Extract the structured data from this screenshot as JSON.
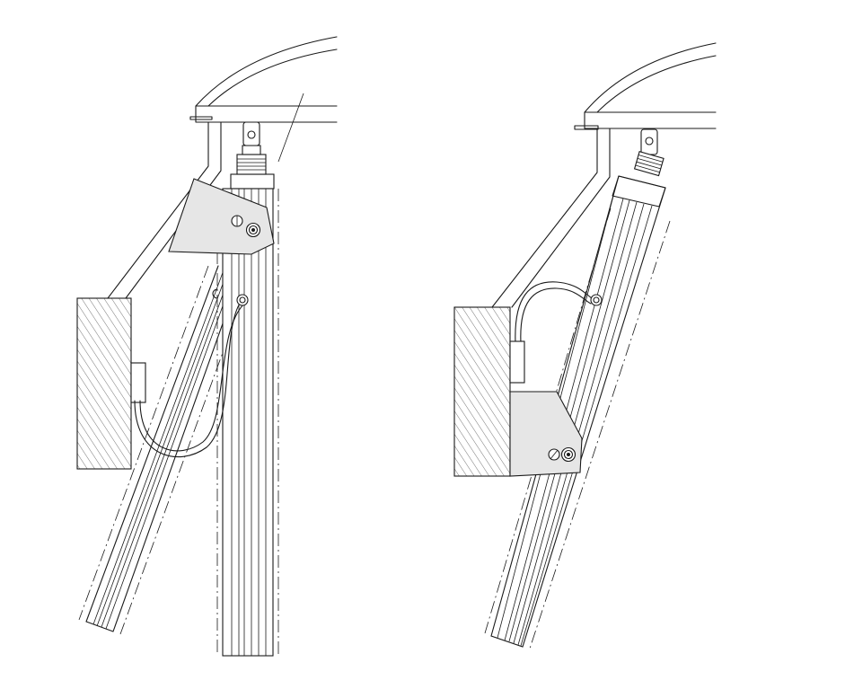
{
  "figure": {
    "panels": [
      {
        "id": "left",
        "actuator_state": "retracted",
        "bracket_position": "upper"
      },
      {
        "id": "right",
        "actuator_state": "extended",
        "bracket_position": "lower"
      }
    ],
    "colors": {
      "line": "#1a1a1a",
      "bracket_fill": "#e6e6e6",
      "hatch": "#1a1a1a",
      "background": "#ffffff"
    }
  }
}
